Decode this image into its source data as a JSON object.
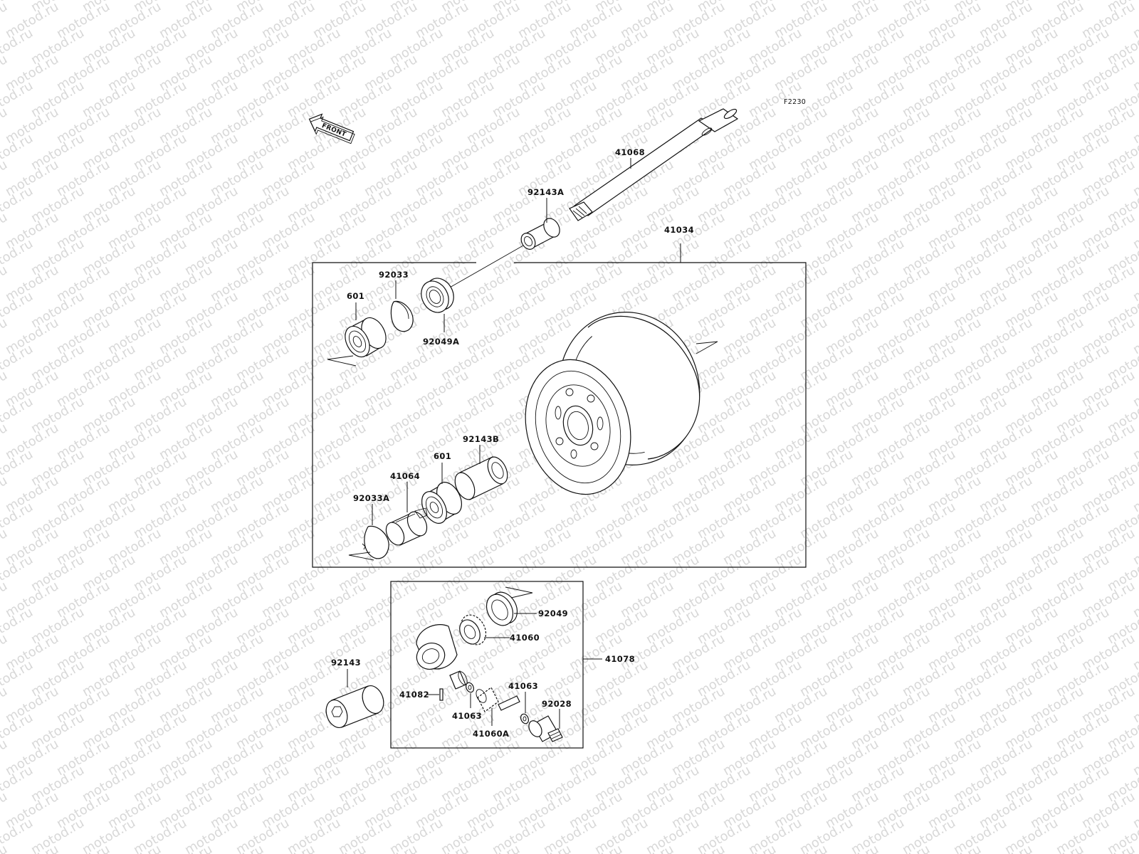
{
  "diagram_code": "F2230",
  "front_label": "FRONT",
  "watermark_text": "motod.ru",
  "parts": {
    "axle": "41068",
    "collar_a": "92143A",
    "wheel_assy": "41034",
    "circlip_top": "92033",
    "bearing_top": "601",
    "seal_top": "92049A",
    "collar_b": "92143B",
    "bearing_bottom": "601",
    "gear_drive": "41064",
    "circlip_bottom": "92033A",
    "seal_gear": "92049",
    "gear_41060": "41060",
    "gear_box_assy": "41078",
    "collar": "92143",
    "pin": "41082",
    "washer_right": "41063",
    "washer_left": "41063",
    "pinion": "41060A",
    "bushing": "92028"
  }
}
